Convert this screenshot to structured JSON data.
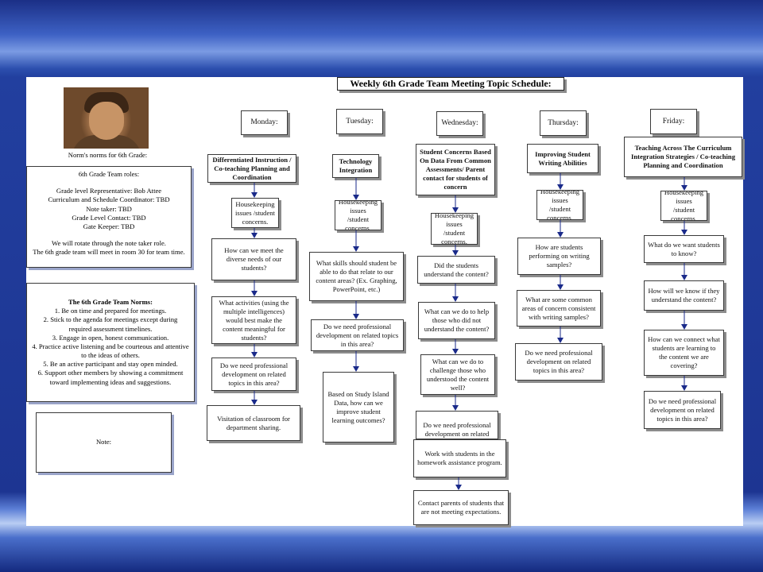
{
  "title": "Weekly 6th Grade Team Meeting Topic Schedule:",
  "photo_caption": "Norm's norms for 6th Grade:",
  "roles": {
    "heading": "6th Grade Team roles:",
    "lines": [
      "Grade level Representative:  Bob Attee",
      "Curriculum and Schedule Coordinator:  TBD",
      "Note taker:  TBD",
      "Grade Level Contact: TBD",
      "Gate Keeper: TBD"
    ],
    "notes": [
      "We will rotate through the note taker role.",
      "The 6th grade team will meet in room 30 for team time."
    ]
  },
  "norms": {
    "heading": "The 6th Grade Team Norms:",
    "items": [
      "1.  Be on time and prepared for meetings.",
      "2.  Stick to the agenda for meetings except during required assessment timelines.",
      "3.  Engage in open, honest communication.",
      "4.  Practice active listening and be courteous and attentive to the ideas of others.",
      "5.  Be an active participant and stay open minded.",
      "6.  Support other members by showing a commitment toward implementing ideas and suggestions."
    ]
  },
  "note_label": "Note:",
  "days": {
    "monday": {
      "label": "Monday:",
      "topic": "Differentiated Instruction  / Co-teaching Planning and Coordination",
      "steps": [
        "Housekeeping issues /student concerns.",
        "How can we meet the diverse needs of our students?",
        "What activities (using the multiple intelligences) would best make the content meaningful for students?",
        "Do we need professional development on related topics in this area?",
        "Visitation of classroom for department sharing."
      ]
    },
    "tuesday": {
      "label": "Tuesday:",
      "topic": "Technology Integration",
      "steps": [
        "Housekeeping issues /student concerns.",
        "What skills should student be able to do that relate to our content areas? (Ex. Graphing, PowerPoint, etc.)",
        "Do we need professional development on related topics in this area?",
        "Based on Study Island Data, how can we improve student learning outcomes?"
      ]
    },
    "wednesday": {
      "label": "Wednesday:",
      "topic": "Student Concerns Based On Data From Common Assessments/ Parent contact for students of concern",
      "steps": [
        "Housekeeping issues /student concerns.",
        "Did the students understand the content?",
        "What can we do to help those who did not understand the content?",
        "What can we do to challenge those who understood the content well?",
        "Do we need professional development on related",
        "Work with students in the homework assistance program.",
        "Contact parents of students that are not meeting expectations."
      ]
    },
    "thursday": {
      "label": "Thursday:",
      "topic": "Improving Student Writing Abilities",
      "steps": [
        "Housekeeping issues /student concerns.",
        "How are students performing on writing samples?",
        "What are some common areas of concern consistent with writing samples?",
        "Do we need professional development on related topics in this area?"
      ]
    },
    "friday": {
      "label": "Friday:",
      "topic": "Teaching Across The Curriculum Integration Strategies / Co-teaching Planning and Coordination",
      "steps": [
        "Housekeeping issues /student concerns.",
        "What do we want students to know?",
        "How will we know if they understand the content?",
        "How can we connect what students are learning to the content we are covering?",
        "Do we need professional development on related topics in this area?"
      ]
    }
  }
}
